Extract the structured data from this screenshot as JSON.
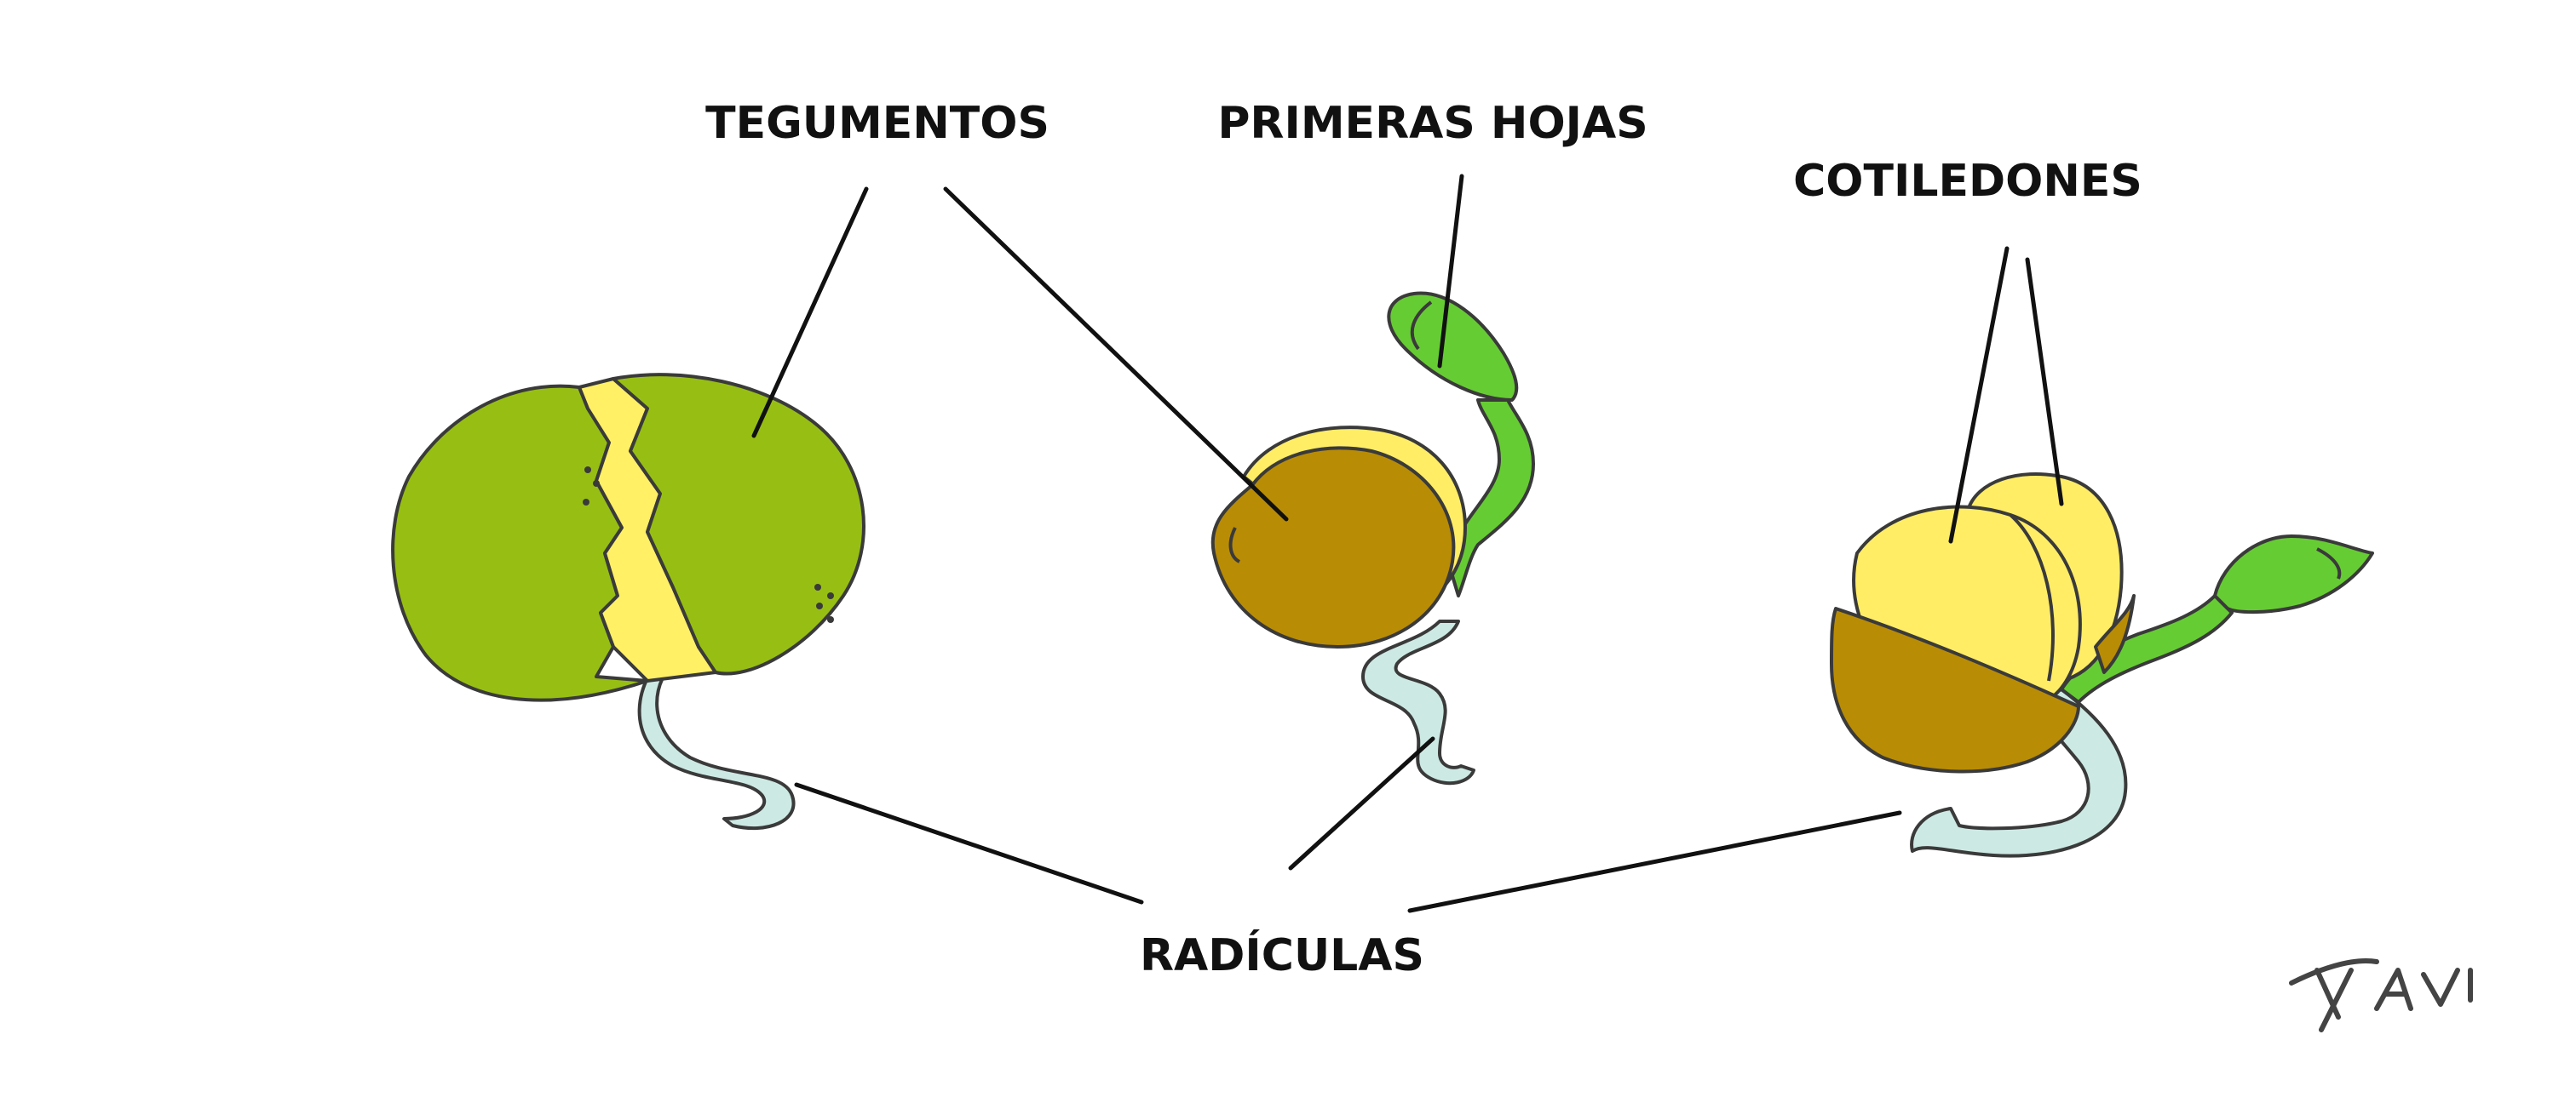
{
  "labels": {
    "tegumentos": "TEGUMENTOS",
    "primeras_hojas": "PRIMERAS HOJAS",
    "cotiledones": "COTILEDONES",
    "radiculas": "RADÍCULAS"
  },
  "signature": "XAVI",
  "colors": {
    "background": "#ffffff",
    "seed_coat_green": "#97bf13",
    "seed_coat_brown": "#b98c05",
    "cotyledon_yellow": "#ffed66",
    "leaf_green": "#66cc33",
    "radicle_blue": "#cde9e3",
    "line": "#111111"
  }
}
